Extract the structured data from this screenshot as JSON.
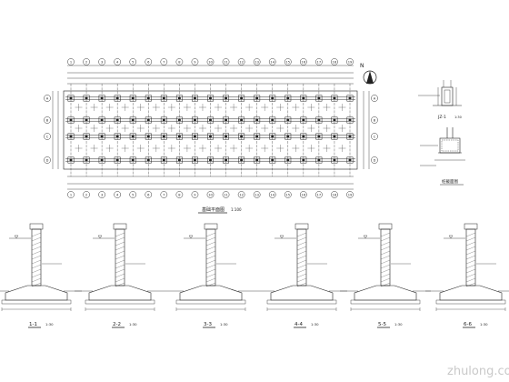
{
  "plan": {
    "title": "基础平面图",
    "scale": "1:100",
    "north_label": "N",
    "top_axes": [
      "1",
      "2",
      "3",
      "4",
      "5",
      "6",
      "7",
      "8",
      "9",
      "10",
      "11",
      "12",
      "13",
      "14",
      "15",
      "16",
      "17",
      "18",
      "19"
    ],
    "side_axes": [
      "A",
      "B",
      "C",
      "D"
    ]
  },
  "details": {
    "jz_title": "JZ-1",
    "jz_scale": "1:30",
    "pile_title": "桩截面图"
  },
  "sections": [
    {
      "title": "1-1",
      "scale": "1:30"
    },
    {
      "title": "2-2",
      "scale": "1:30"
    },
    {
      "title": "3-3",
      "scale": "1:30"
    },
    {
      "title": "4-4",
      "scale": "1:30"
    },
    {
      "title": "5-5",
      "scale": "1:30"
    },
    {
      "title": "6-6",
      "scale": "1:30"
    }
  ],
  "watermark": "zhulong.com"
}
